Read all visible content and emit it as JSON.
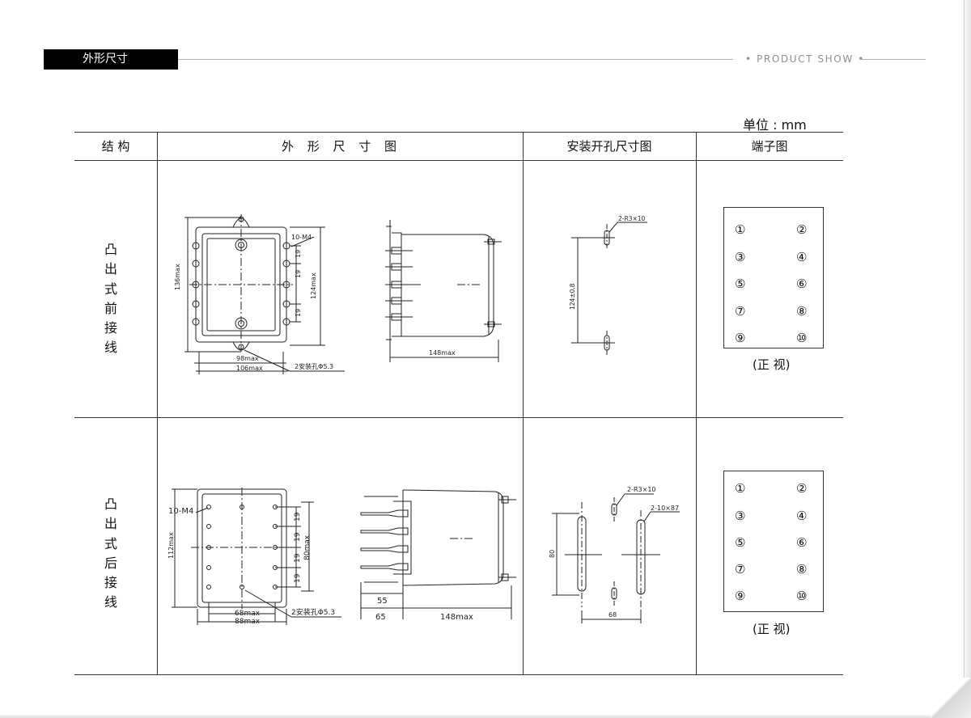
{
  "header": {
    "section_title": "外形尺寸",
    "brand": "• PRODUCT SHOW •"
  },
  "unit": "单位 : mm",
  "table": {
    "columns": [
      "结 构",
      "外 形 尺 寸 图",
      "安装开孔尺寸图",
      "端子图"
    ],
    "rows": [
      {
        "label": "凸出式前接线",
        "outline": {
          "height_max": "136max",
          "width_inner": "98max",
          "width_outer": "106max",
          "terminals": "10-M4",
          "pitch_a": "19",
          "pitch_b": "19",
          "pitch_c": "19",
          "height_terminals": "124max",
          "mount_hole": "2安装孔Φ5.3",
          "depth": "148max"
        },
        "cutout": {
          "slots": "2-R3×10",
          "spacing": "124±0.8"
        },
        "terminals": [
          "①",
          "②",
          "③",
          "④",
          "⑤",
          "⑥",
          "⑦",
          "⑧",
          "⑨",
          "⑩"
        ],
        "view": "(正 视)"
      },
      {
        "label": "凸出式后接线",
        "outline": {
          "terminals": "10-M4",
          "height_max": "112max",
          "pitch_a": "19",
          "pitch_b": "19",
          "pitch_c": "19",
          "pitch_d": "19",
          "height_terminals": "80max",
          "width_inner": "68max",
          "width_outer": "88max",
          "mount_hole": "2安装孔Φ5.3",
          "stud_len": "55",
          "stud_total": "65",
          "depth": "148max"
        },
        "cutout": {
          "slots": "2-R3×10",
          "long_slots": "2-10×87",
          "height": "80",
          "spacing": "68"
        },
        "terminals": [
          "①",
          "②",
          "③",
          "④",
          "⑤",
          "⑥",
          "⑦",
          "⑧",
          "⑨",
          "⑩"
        ],
        "view": "(正 视)"
      }
    ]
  }
}
